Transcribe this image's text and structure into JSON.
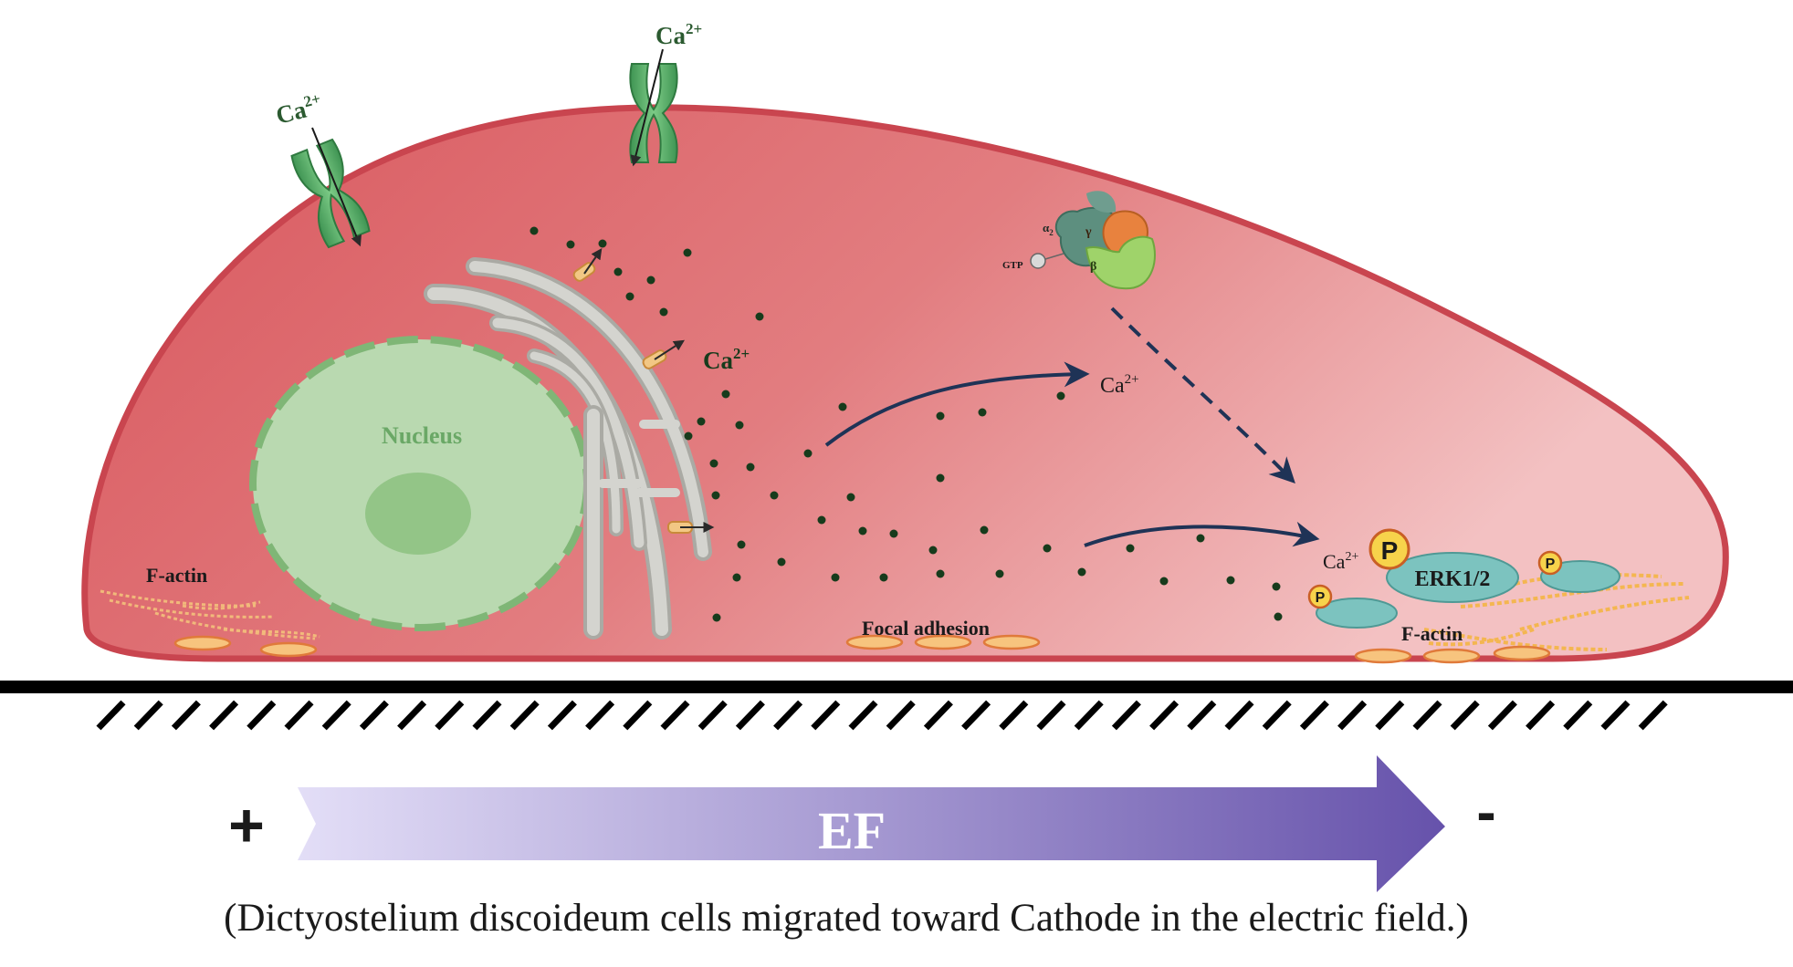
{
  "labels": {
    "ca_channel_left": "Ca",
    "ca_channel_top": "Ca",
    "ca_er": "Ca",
    "ca_mid": "Ca",
    "ca_erk": "Ca",
    "charge_2plus": "2+",
    "nucleus": "Nucleus",
    "f_actin_left": "F-actin",
    "f_actin_right": "F-actin",
    "focal_adhesion": "Focal adhesion",
    "erk": "ERK1/2",
    "phospho": "P",
    "gtp": "GTP",
    "g_alpha": "α",
    "g_alpha_sub": "2",
    "g_gamma": "γ",
    "g_beta": "β",
    "ef": "EF",
    "plus": "+",
    "minus": "-",
    "caption": "(Dictyostelium discoideum cells migrated toward Cathode in the electric field.)"
  },
  "colors": {
    "cell_body": "#d9656a",
    "cell_edge": "#c9454f",
    "nucleus_fill": "#b9d9b0",
    "nucleus_border": "#7fb676",
    "channel_green": "#4fa65f",
    "arrow_navy": "#1f3356",
    "er_gray": "#c7c7c2",
    "focal_orange": "#f4b368",
    "erk_teal": "#7cc3bf",
    "phospho_yellow": "#f7d34b",
    "ef_arrow_start": "#dcd6f4",
    "ef_arrow_end": "#6a58ad"
  }
}
